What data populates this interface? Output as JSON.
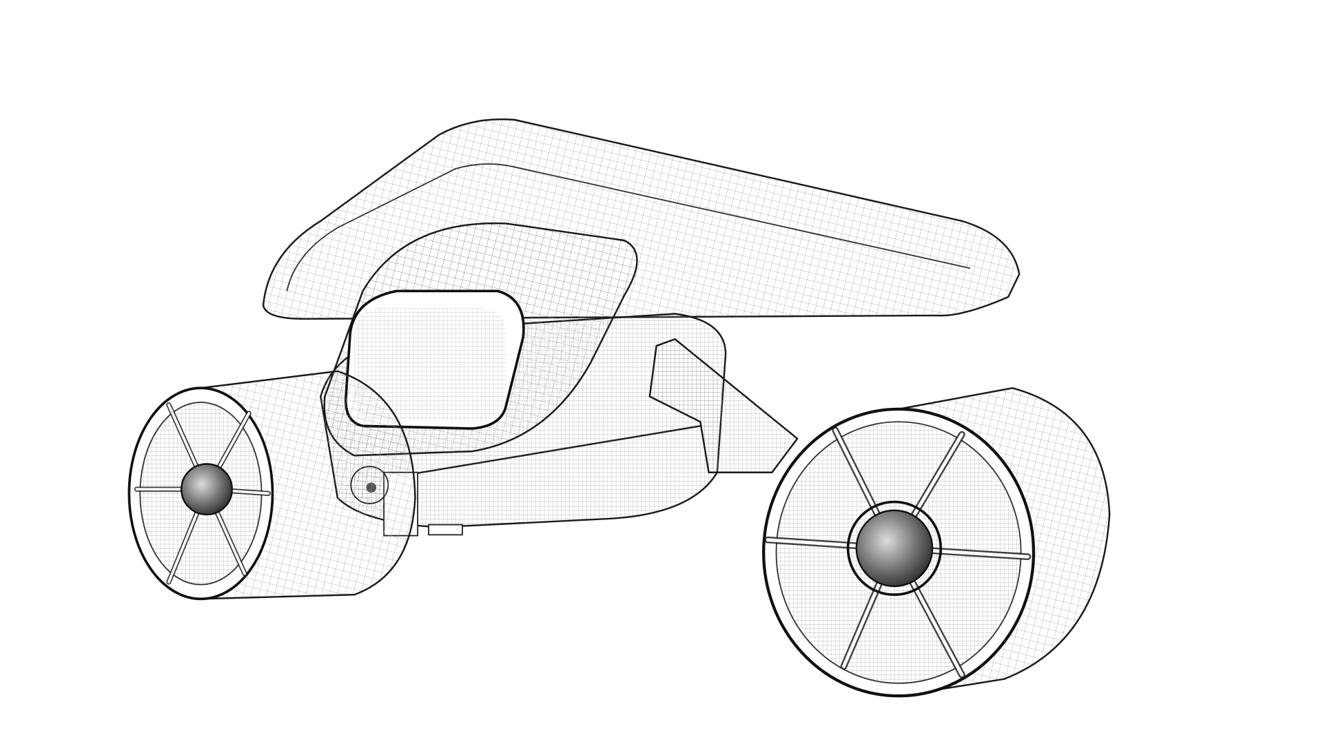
{
  "render": {
    "subject": "wireframe-underwater-scooter",
    "colors": {
      "background": "#ffffff",
      "edge": "#1a1a1a",
      "mesh": "#9a9a9a",
      "hub": "#3a3a3a"
    },
    "parts": [
      "deck-board",
      "handle-frame",
      "main-body",
      "support-arm",
      "left-thruster",
      "right-thruster"
    ]
  }
}
